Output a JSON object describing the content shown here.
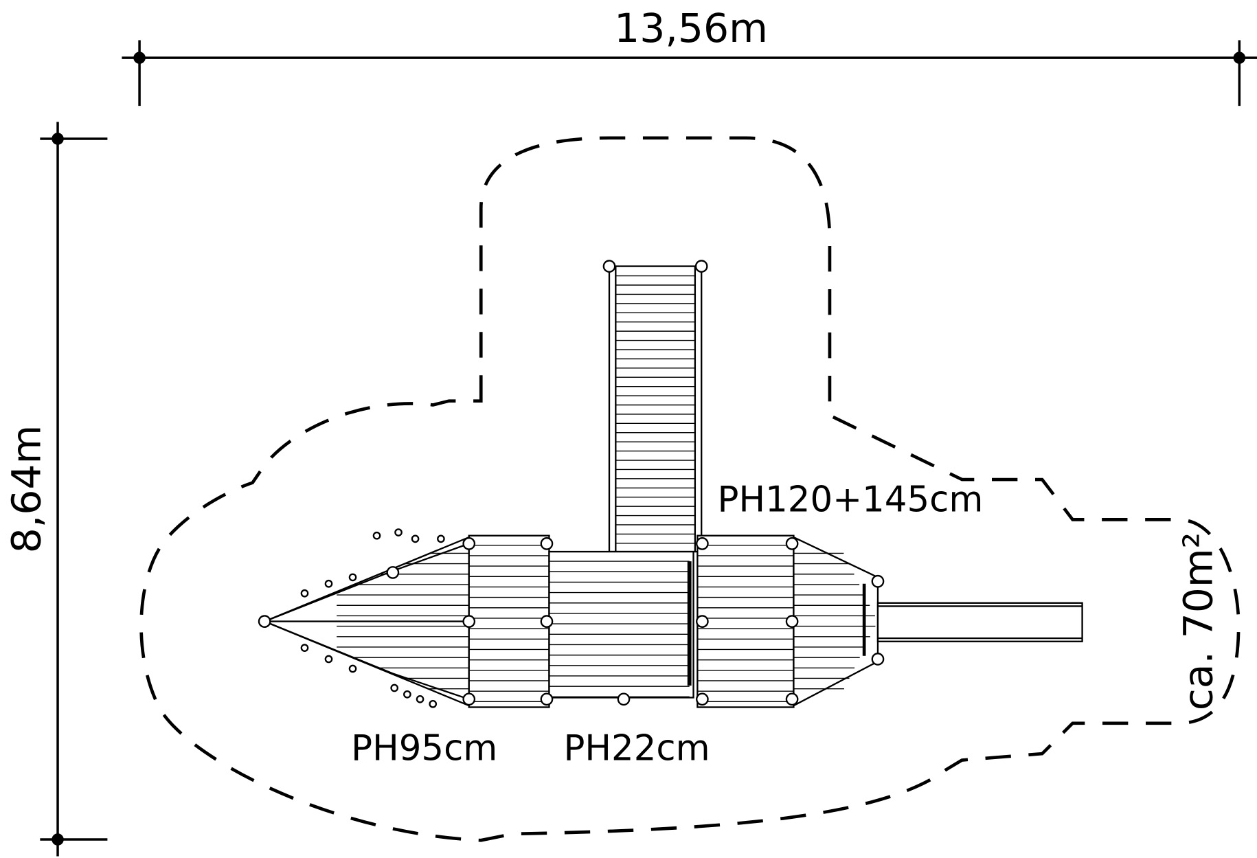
{
  "dimensions": {
    "width_label": "13,56m",
    "height_label": "8,64m"
  },
  "labels": {
    "platform_high": "PH120+145cm",
    "platform_bow": "PH95cm",
    "platform_low": "PH22cm",
    "area": "ca. 70m²"
  },
  "colors": {
    "line": "#000000",
    "background": "#ffffff"
  }
}
